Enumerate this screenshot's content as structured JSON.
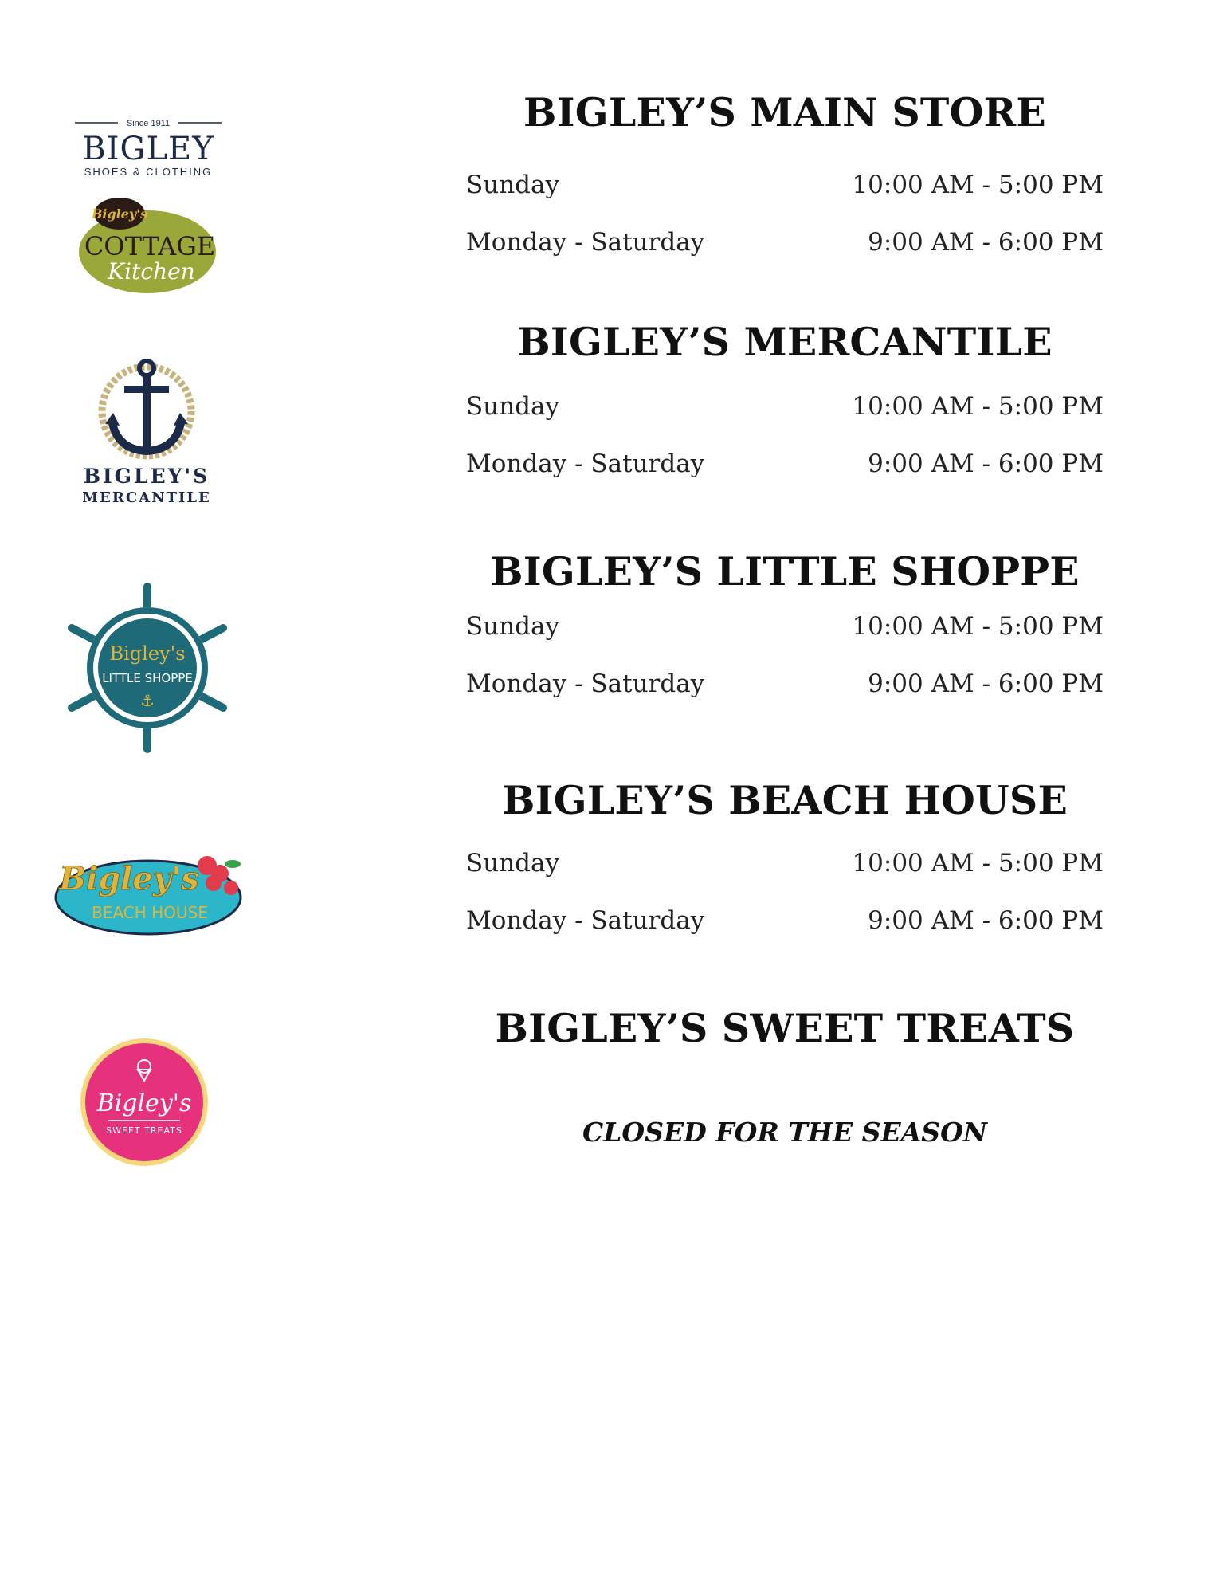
{
  "logos": {
    "bigley": {
      "since": "Since 1911",
      "name": "BIGLEY",
      "tagline": "SHOES & CLOTHING"
    },
    "cottage": {
      "small": "Bigley's",
      "line1": "COTTAGE",
      "line2": "Kitchen"
    },
    "mercantile": {
      "line1": "BIGLEY'S",
      "line2": "MERCANTILE"
    },
    "shoppe": {
      "line1": "Bigley's",
      "line2": "LITTLE SHOPPE"
    },
    "beach": {
      "line1": "Bigley's",
      "line2": "BEACH HOUSE"
    },
    "sweet": {
      "line1": "Bigley's",
      "line2": "SWEET TREATS"
    }
  },
  "colors": {
    "navy": "#1c2a4a",
    "rope": "#c9b27a",
    "olive": "#9aa83a",
    "teal": "#1f6a78",
    "gold": "#e0b43a",
    "aqua": "#2cb6c9",
    "pink": "#e6317c",
    "flower": "#e23b4c"
  },
  "stores": [
    {
      "title": "BIGLEY’S MAIN STORE",
      "hours": [
        {
          "day": "Sunday",
          "time": "10:00 AM - 5:00 PM"
        },
        {
          "day": "Monday - Saturday",
          "time": "9:00 AM - 6:00 PM"
        }
      ]
    },
    {
      "title": "BIGLEY’S MERCANTILE",
      "hours": [
        {
          "day": "Sunday",
          "time": "10:00 AM - 5:00 PM"
        },
        {
          "day": "Monday - Saturday",
          "time": "9:00 AM - 6:00 PM"
        }
      ]
    },
    {
      "title": "BIGLEY’S LITTLE SHOPPE",
      "hours": [
        {
          "day": "Sunday",
          "time": "10:00 AM - 5:00 PM"
        },
        {
          "day": "Monday - Saturday",
          "time": "9:00 AM - 6:00 PM"
        }
      ]
    },
    {
      "title": "BIGLEY’S BEACH HOUSE",
      "hours": [
        {
          "day": "Sunday",
          "time": "10:00 AM - 5:00 PM"
        },
        {
          "day": "Monday - Saturday",
          "time": "9:00 AM - 6:00 PM"
        }
      ]
    },
    {
      "title": "BIGLEY’S SWEET TREATS",
      "status": "CLOSED FOR THE SEASON"
    }
  ]
}
